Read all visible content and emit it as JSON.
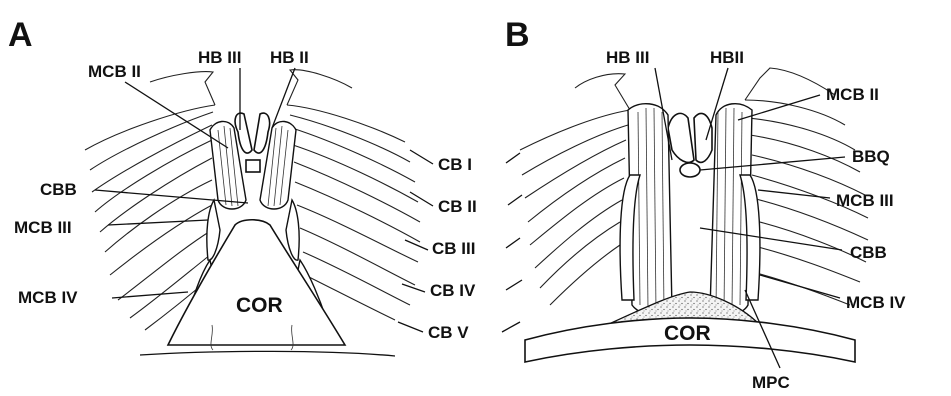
{
  "panels": [
    {
      "letter": "A",
      "labels": {
        "mcb2": "MCB II",
        "hb3": "HB III",
        "hb2": "HB II",
        "cbb": "CBB",
        "mcb3": "MCB III",
        "mcb4": "MCB IV",
        "cor": "COR",
        "cb1": "CB I",
        "cb2": "CB II",
        "cb3": "CB III",
        "cb4": "CB IV",
        "cb5": "CB V"
      }
    },
    {
      "letter": "B",
      "labels": {
        "hb3": "HB III",
        "hb2": "HBII",
        "mcb2": "MCB II",
        "bbq": "BBQ",
        "mcb3": "MCB III",
        "cbb": "CBB",
        "mcb4": "MCB IV",
        "cor": "COR",
        "mpc": "MPC"
      }
    }
  ]
}
